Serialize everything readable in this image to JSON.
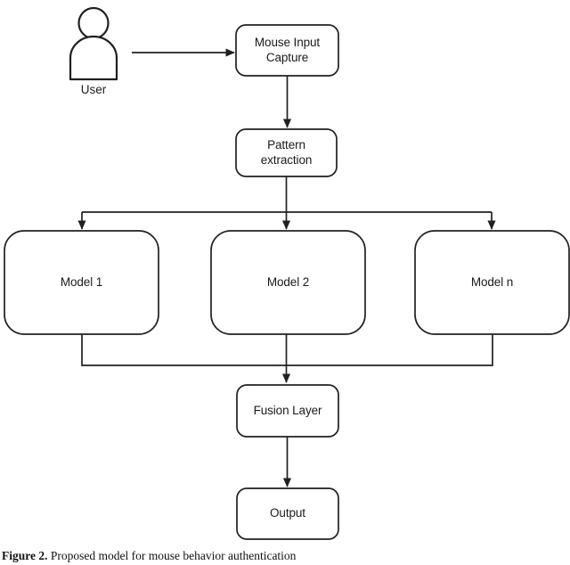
{
  "figure": {
    "caption_lead": "Figure 2.",
    "caption_text": " Proposed model for mouse behavior authentication",
    "background_color": "#ffffff",
    "stroke_color": "#231f20",
    "text_color": "#1b1b1b"
  },
  "actor": {
    "name": "user-actor",
    "label": "User",
    "icon": "person-icon"
  },
  "nodes": [
    {
      "id": "mouse-input-capture",
      "label": "Mouse Input\nCapture",
      "shape": "rounded-rectangle"
    },
    {
      "id": "pattern-extraction",
      "label": "Pattern\nextraction",
      "shape": "rounded-rectangle"
    },
    {
      "id": "model-1",
      "label": "Model 1",
      "shape": "rounded-rectangle"
    },
    {
      "id": "model-2",
      "label": "Model 2",
      "shape": "rounded-rectangle"
    },
    {
      "id": "model-n",
      "label": "Model n",
      "shape": "rounded-rectangle"
    },
    {
      "id": "fusion-layer",
      "label": "Fusion Layer",
      "shape": "rounded-rectangle"
    },
    {
      "id": "output",
      "label": "Output",
      "shape": "rounded-rectangle"
    }
  ],
  "edges": [
    {
      "id": "user-to-capture",
      "from": "user-actor",
      "to": "mouse-input-capture",
      "arrow": true
    },
    {
      "id": "capture-to-pattern",
      "from": "mouse-input-capture",
      "to": "pattern-extraction",
      "arrow": true
    },
    {
      "id": "pattern-to-model-1",
      "from": "pattern-extraction",
      "to": "model-1",
      "arrow": true
    },
    {
      "id": "pattern-to-model-2",
      "from": "pattern-extraction",
      "to": "model-2",
      "arrow": true
    },
    {
      "id": "pattern-to-model-n",
      "from": "pattern-extraction",
      "to": "model-n",
      "arrow": true
    },
    {
      "id": "model-1-to-fusion",
      "from": "model-1",
      "to": "fusion-layer",
      "arrow": false
    },
    {
      "id": "model-2-to-fusion",
      "from": "model-2",
      "to": "fusion-layer",
      "arrow": true
    },
    {
      "id": "model-n-to-fusion",
      "from": "model-n",
      "to": "fusion-layer",
      "arrow": false
    },
    {
      "id": "fusion-to-output",
      "from": "fusion-layer",
      "to": "output",
      "arrow": true
    }
  ]
}
